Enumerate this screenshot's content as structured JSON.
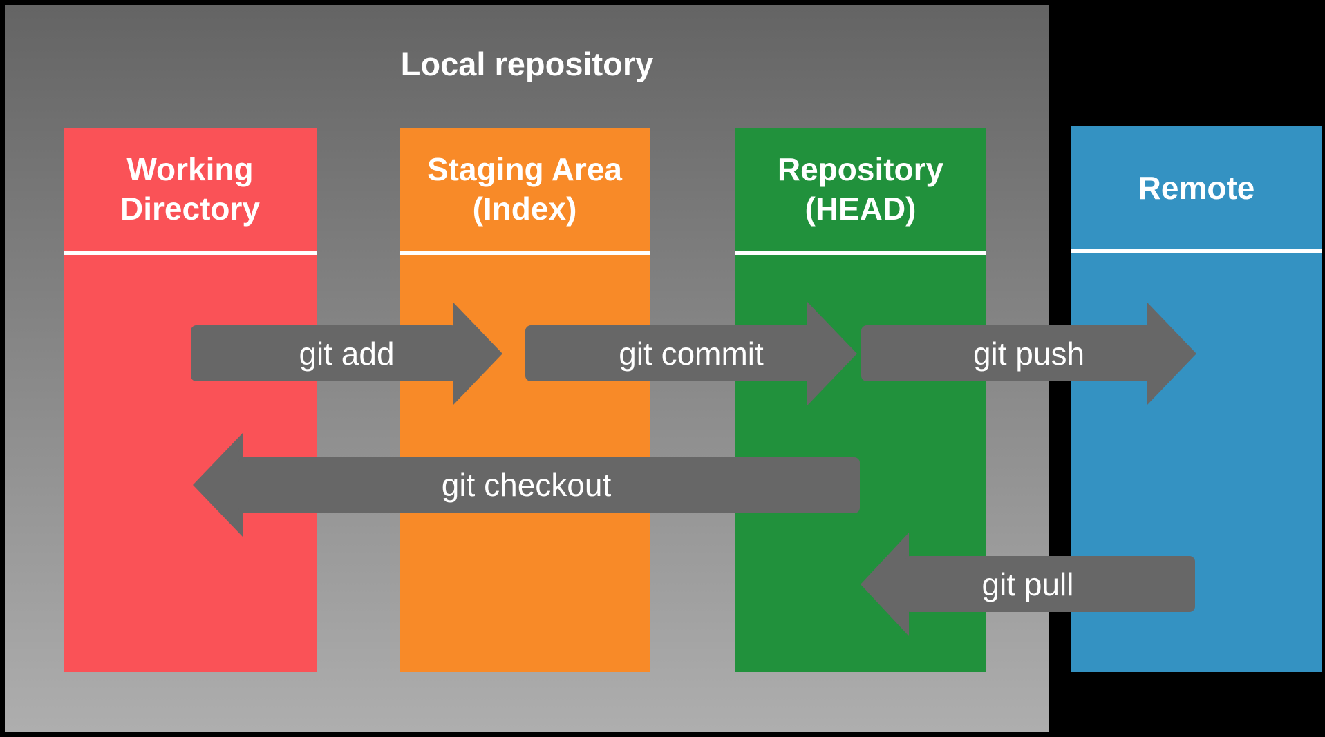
{
  "diagram": {
    "title": "Local repository",
    "columns": [
      {
        "name": "Working Directory",
        "lines": [
          "Working",
          "Directory"
        ],
        "color": "#fa5257"
      },
      {
        "name": "Staging Area (Index)",
        "lines": [
          "Staging Area",
          "(Index)"
        ],
        "color": "#f88a28"
      },
      {
        "name": "Repository (HEAD)",
        "lines": [
          "Repository",
          "(HEAD)"
        ],
        "color": "#21913c"
      },
      {
        "name": "Remote",
        "lines": [
          "Remote"
        ],
        "color": "#3492c2"
      }
    ],
    "arrows": [
      {
        "label": "git add",
        "direction": "right",
        "from": "Working Directory",
        "to": "Staging Area (Index)"
      },
      {
        "label": "git commit",
        "direction": "right",
        "from": "Staging Area (Index)",
        "to": "Repository (HEAD)"
      },
      {
        "label": "git push",
        "direction": "right",
        "from": "Repository (HEAD)",
        "to": "Remote"
      },
      {
        "label": "git checkout",
        "direction": "left",
        "from": "Repository (HEAD)",
        "to": "Working Directory"
      },
      {
        "label": "git pull",
        "direction": "left",
        "from": "Remote",
        "to": "Repository (HEAD)"
      }
    ],
    "colors": {
      "background": "#000000",
      "local_box_gradient_top": "#646464",
      "local_box_gradient_bottom": "#aeaeae",
      "arrow": "#676767",
      "text": "#ffffff"
    }
  }
}
